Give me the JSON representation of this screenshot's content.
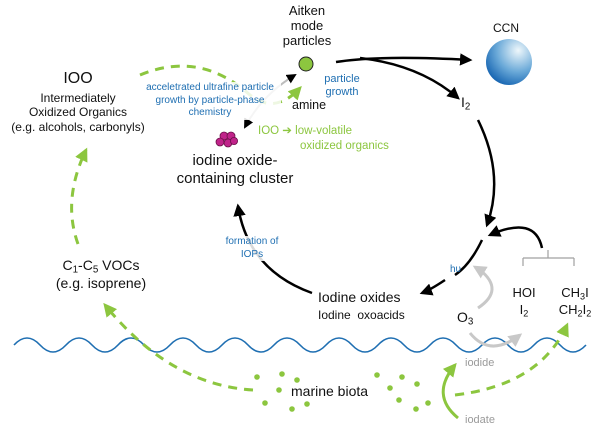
{
  "colors": {
    "black_arrow": "#000000",
    "green_dashed": "#8cc63f",
    "blue_text": "#1f6fb2",
    "gray_arrow": "#c8c8c8",
    "wave": "#1f6fb2",
    "cluster": "#c0238a",
    "aitken_particle": "#8cc63f",
    "ccn_light": "#e8f3fa",
    "ccn_dark": "#1466b0"
  },
  "labels": {
    "aitken": [
      "Aitken",
      "mode",
      "particles"
    ],
    "ccn": "CCN",
    "particle_growth": [
      "particle",
      "growth"
    ],
    "amine": "amine",
    "i2_main": "I",
    "i2_sub": "2",
    "ioo_title": "IOO",
    "ioo_desc": [
      "Intermediately",
      "Oxidized Organics",
      "(e.g. alcohols, carbonyls)"
    ],
    "accelerated": [
      "acceletrated ultrafine particle",
      "growth by particle-phase",
      "chemistry"
    ],
    "ioo_arrow_prefix": "IOO",
    "ioo_arrow_symbol": "➔",
    "low_volatile": [
      "low-volatile",
      "oxidized organics"
    ],
    "cluster": [
      "iodine oxide-",
      "containing cluster"
    ],
    "formation": [
      "formation of",
      "IOPs"
    ],
    "vocs_c1": "C",
    "vocs_sub1": "1",
    "vocs_dash": "-C",
    "vocs_sub5": "5",
    "vocs_rest": " VOCs",
    "vocs_example": "(e.g. isoprene)",
    "hv": "hυ",
    "iodine_oxides": "Iodine oxides",
    "iodine_oxoacids": "Iodine  oxoacids",
    "o3_main": "O",
    "o3_sub": "3",
    "hoi": "HOI",
    "i2_src_main": "I",
    "i2_src_sub": "2",
    "ch3i_a": "CH",
    "ch3i_sub": "3",
    "ch3i_b": "I",
    "ch2i2_a": "CH",
    "ch2i2_sub1": "2",
    "ch2i2_b": "I",
    "ch2i2_sub2": "2",
    "marine_biota": "marine biota",
    "iodide": "iodide",
    "iodate": "iodate"
  }
}
